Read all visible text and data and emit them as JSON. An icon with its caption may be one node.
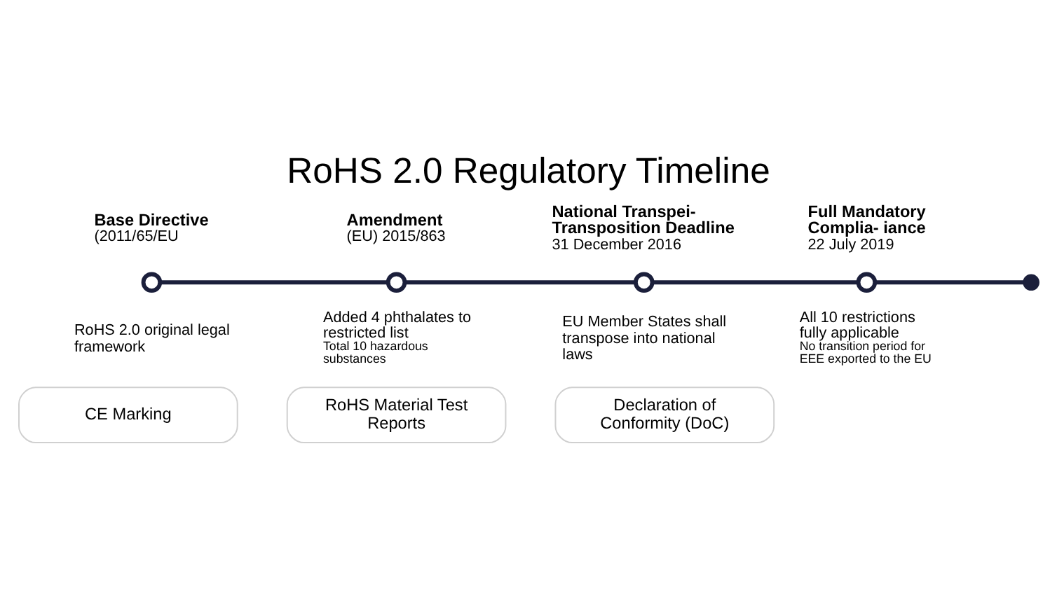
{
  "diagram": {
    "title": "RoHS 2.0 Regulatory Timeline",
    "nodes": [
      {
        "text": [],
        "shape": "circle",
        "beside": [
          "Base Directive",
          "(2011/65/EU",
          "RoHS 2.0 original legal framework"
        ]
      },
      {
        "text": [],
        "shape": "circle",
        "beside": [
          "Amendment",
          "(EU) 2015/863",
          "Added 4 phthalates to restricted list",
          "Total 10 hazardous substances"
        ]
      },
      {
        "text": [],
        "shape": "circle",
        "beside": [
          "National Transpei- Transposition Deadline",
          "31 December 2016",
          "EU Member States shall transpose into national laws"
        ]
      },
      {
        "text": [],
        "shape": "circle",
        "beside": [
          "Full Mandatory Complia- iance",
          "22 July 2019",
          "All 10 restrictions fully applicable",
          "No transition period for EEE exported to the EU"
        ]
      },
      {
        "text": [],
        "shape": "circle"
      },
      {
        "text": [
          "CE Marking"
        ]
      },
      {
        "text": [
          "RoHS Material Test Reports"
        ]
      },
      {
        "text": [
          "Declaration of Conformity (DoC)"
        ]
      }
    ],
    "edges": [
      {
        "from": 0,
        "to": 1,
        "arrow": "none"
      },
      {
        "from": 1,
        "to": 2,
        "arrow": "none"
      },
      {
        "from": 2,
        "to": 3,
        "arrow": "none"
      },
      {
        "from": 3,
        "to": 4,
        "arrow": "none"
      }
    ]
  }
}
